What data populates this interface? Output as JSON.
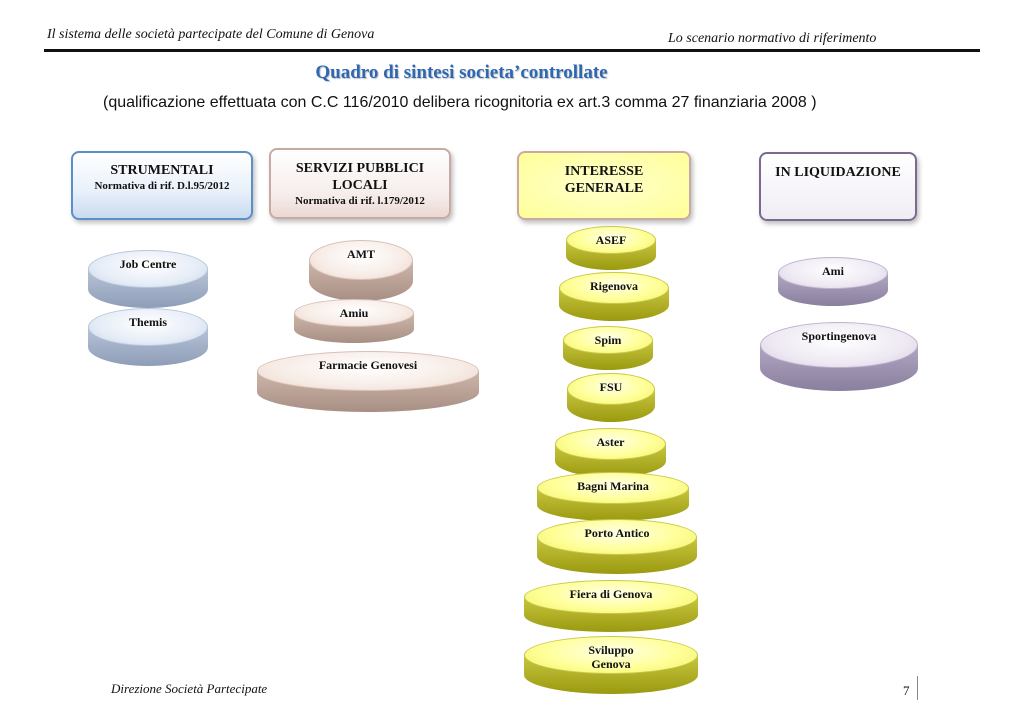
{
  "header": {
    "left": "Il sistema delle società partecipate del Comune di Genova",
    "right": "Lo scenario normativo di riferimento"
  },
  "title": "Quadro di sintesi societa’controllate",
  "subtitle": "(qualificazione effettuata con  C.C 116/2010 delibera ricognitoria ex art.3 comma 27 finanziaria 2008 )",
  "categories": {
    "strumentali": {
      "title": "STRUMENTALI",
      "subtitle": "Normativa di rif. D.l.95/2012"
    },
    "servizi": {
      "title": "SERVIZI PUBBLICI LOCALI",
      "subtitle": "Normativa di rif. l.179/2012"
    },
    "interesse": {
      "title": "INTERESSE GENERALE"
    },
    "liquidazione": {
      "title": "IN LIQUIDAZIONE"
    }
  },
  "companies": {
    "strumentali": [
      "Job Centre",
      "Themis"
    ],
    "servizi": [
      "AMT",
      "Amiu",
      "Farmacie Genovesi"
    ],
    "interesse": [
      "ASEF",
      "Rigenova",
      "Spim",
      "FSU",
      "Aster",
      "Bagni Marina",
      "Porto  Antico",
      "Fiera di Genova",
      "Sviluppo Genova"
    ],
    "liquidazione": [
      "Ami",
      "Sportingenova"
    ]
  },
  "colors": {
    "title": "#2e67b2",
    "strumentali": "#5a8fc8",
    "servizi": "#c9a9a3",
    "interesse": "#ffff99",
    "liquidazione": "#7a6a90"
  },
  "footer": {
    "left": "Direzione Società Partecipate",
    "page": "7"
  }
}
